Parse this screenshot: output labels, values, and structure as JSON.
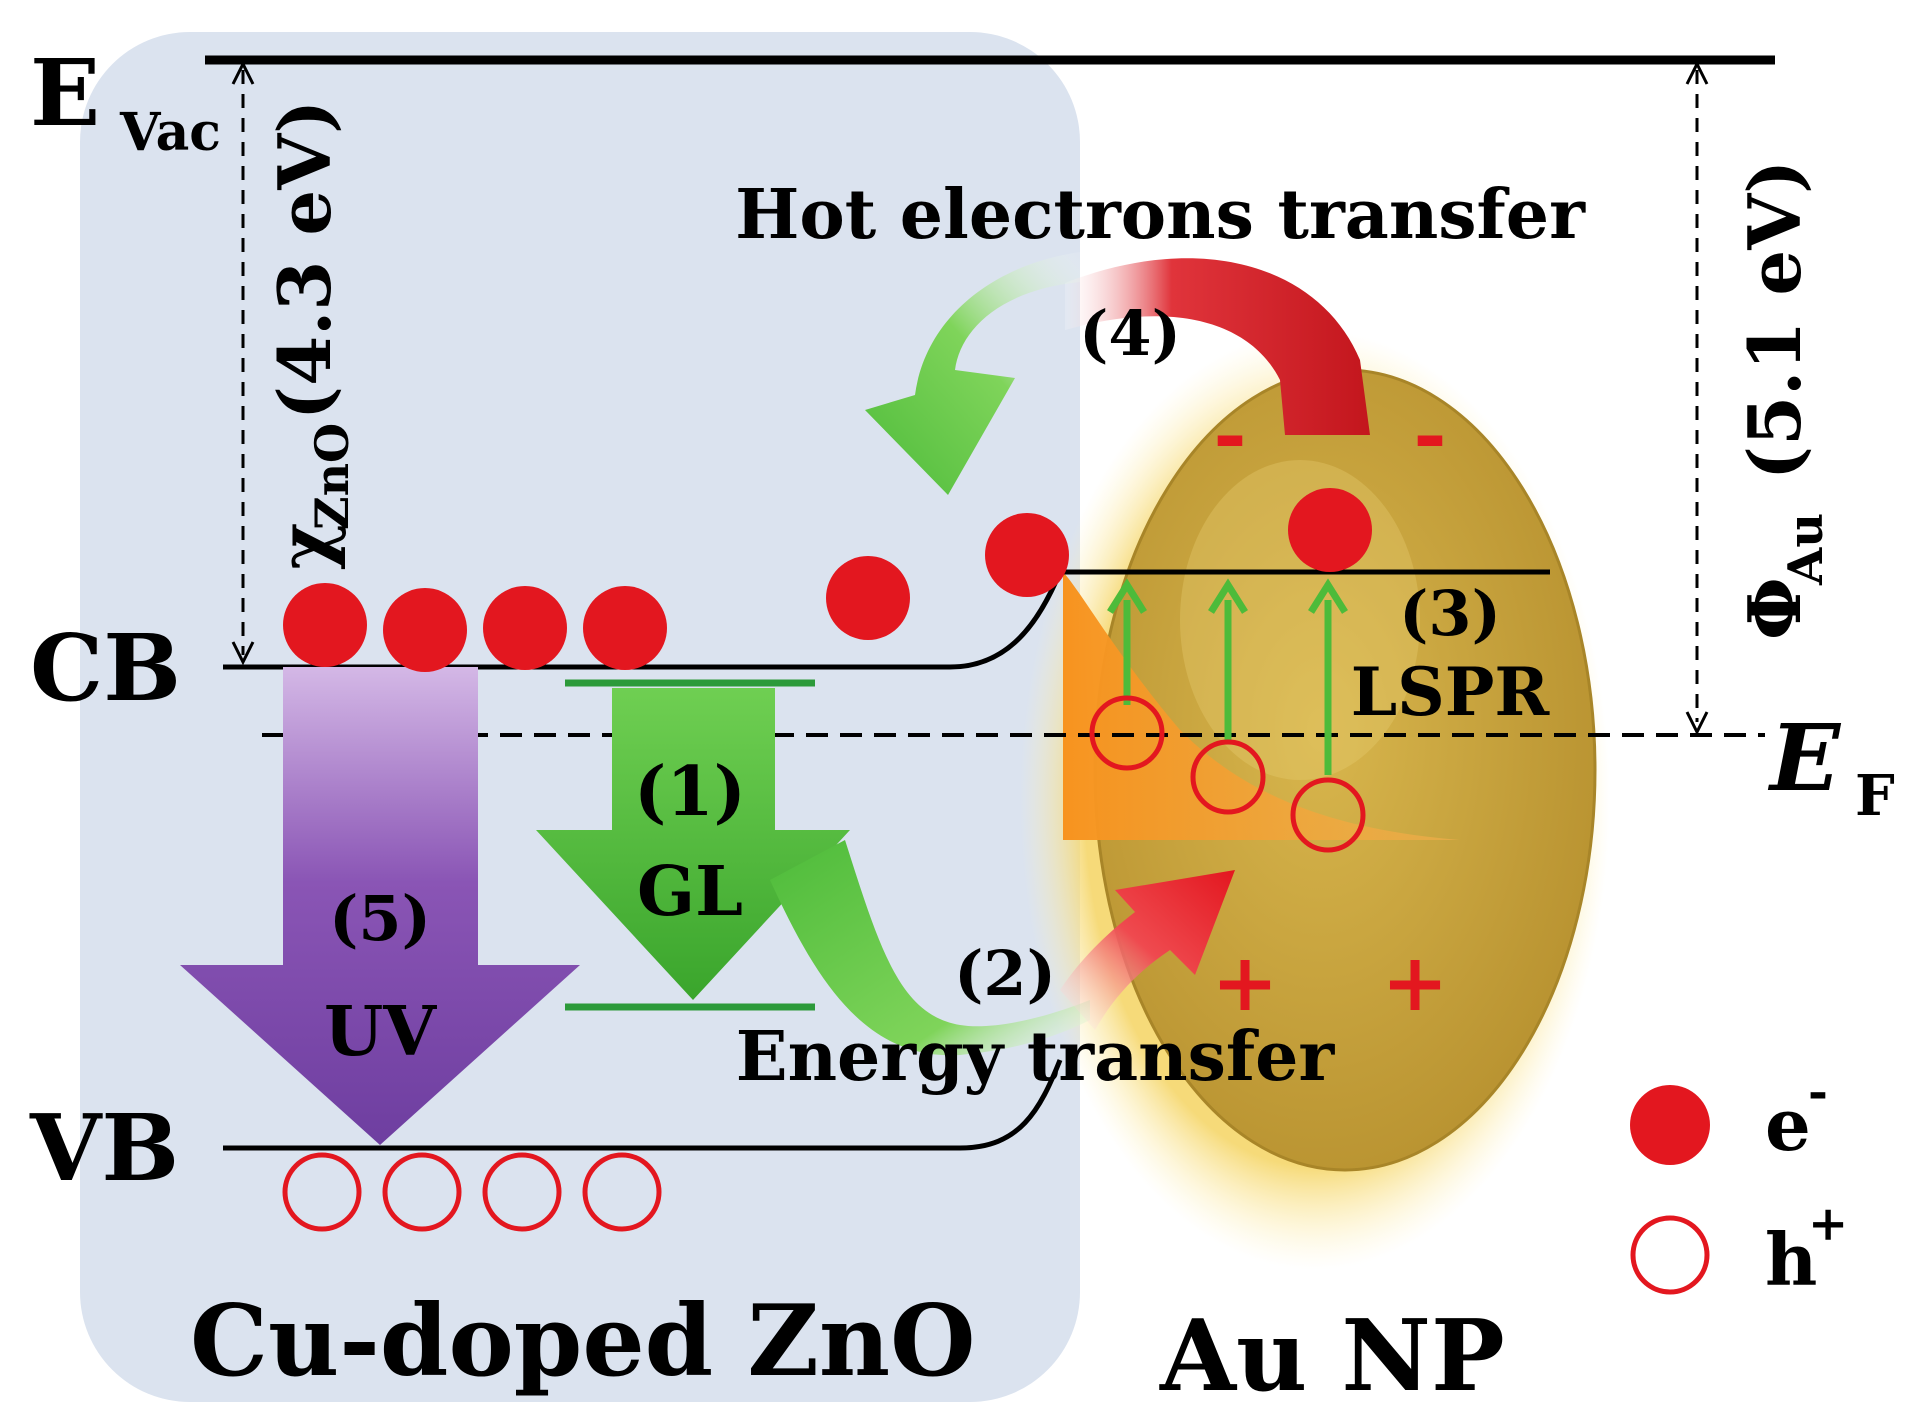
{
  "labels": {
    "evac_main": "E",
    "evac_sub": "Vac",
    "cb": "CB",
    "vb": "VB",
    "ef_main": "E",
    "ef_sub": "F",
    "chi_symbol": "χ",
    "chi_sub": "ZnO",
    "chi_value": "(4.3 eV)",
    "phi_symbol": "Φ",
    "phi_sub": "Au",
    "phi_value": "(5.1 eV)",
    "hot_electrons": "Hot electrons transfer",
    "energy_transfer": "Energy transfer",
    "step1_num": "(1)",
    "step1_name": "GL",
    "step2_num": "(2)",
    "step3_num": "(3)",
    "step3_name": "LSPR",
    "step4_num": "(4)",
    "step5_num": "(5)",
    "step5_name": "UV",
    "material_left": "Cu-doped ZnO",
    "material_right": "Au NP",
    "minus": "-",
    "plus": "+"
  },
  "legend": {
    "electron": {
      "label": "e",
      "sup": "-"
    },
    "hole": {
      "label": "h",
      "sup": "+"
    }
  },
  "colors": {
    "zno_panel": "#dbe3ef",
    "electron": "#e3171f",
    "hole": "#e3171f",
    "uv_arrow": "#7a4aa8",
    "gl_arrow": "#4dbb3a",
    "hot_arrow": "#d61f26",
    "green_arrow": "#5cc53e",
    "gold": "#c7a23a",
    "orange": "#f29a1f"
  }
}
